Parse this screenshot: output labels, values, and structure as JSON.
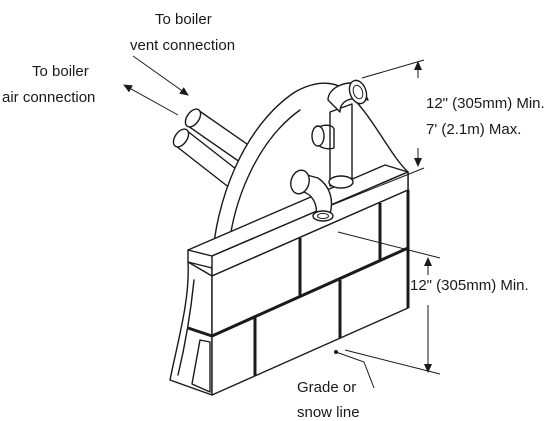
{
  "labels": {
    "vent": [
      "To boiler",
      "vent connection"
    ],
    "air": [
      "To boiler",
      "air connection"
    ],
    "upper_dim": [
      "12\" (305mm) Min.",
      "7' (2.1m) Max."
    ],
    "lower_dim": [
      "12\" (305mm) Min."
    ],
    "grade": [
      "Grade or",
      "snow line"
    ]
  },
  "colors": {
    "line": "#1a1a1a",
    "background": "#ffffff"
  }
}
